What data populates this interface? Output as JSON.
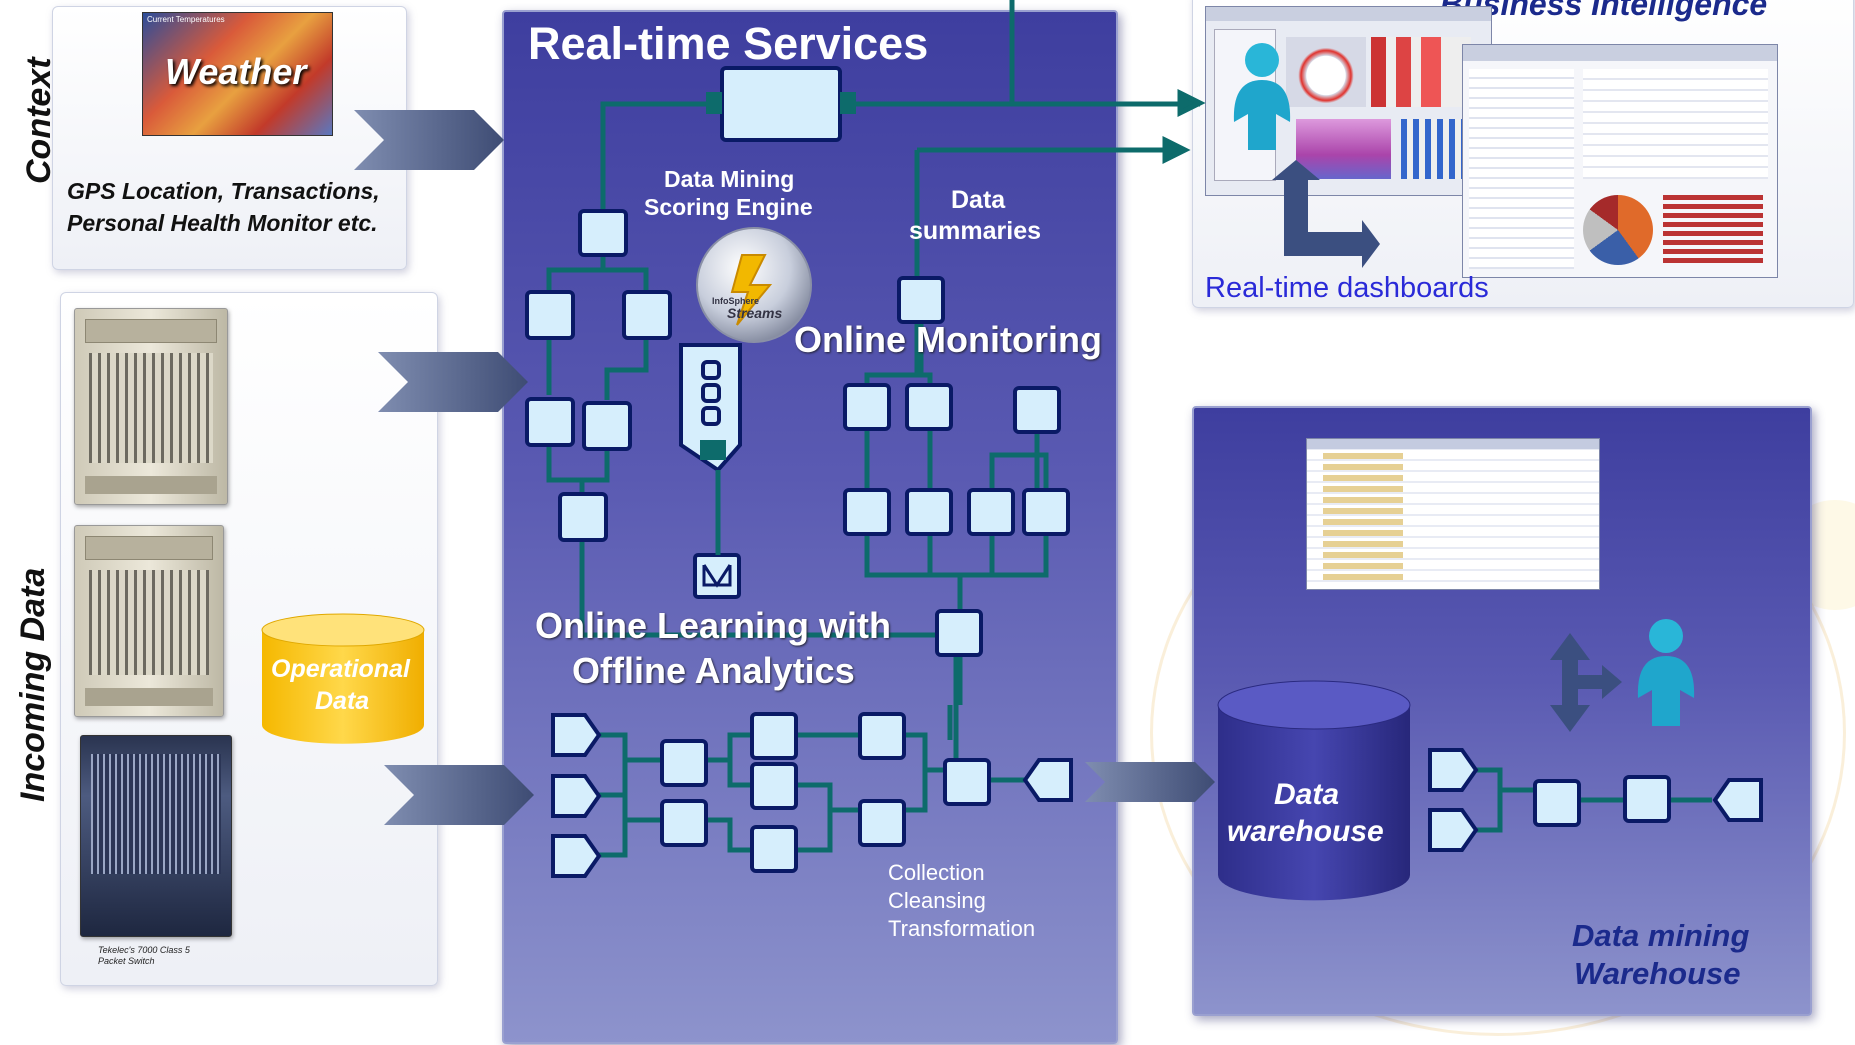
{
  "context": {
    "label": "Context",
    "weather_text": "Weather",
    "weather_caption": "Current Temperatures",
    "line1": "GPS Location, Transactions,",
    "line2": "Personal Health Monitor etc."
  },
  "incoming": {
    "label": "Incoming Data",
    "operational_line1": "Operational",
    "operational_line2": "Data",
    "hw_caption_line1": "Tekelec's 7000 Class 5",
    "hw_caption_line2": "Packet Switch"
  },
  "realtime": {
    "title": "Real-time Services",
    "data_mining_line1": "Data Mining",
    "data_mining_line2": "Scoring Engine",
    "streams_line1": "InfoSphere",
    "streams_line2": "Streams",
    "data_summaries_line1": "Data",
    "data_summaries_line2": "summaries",
    "online_monitoring": "Online Monitoring",
    "online_learning_line1": "Online Learning with",
    "online_learning_line2": "Offline Analytics",
    "collection": "Collection",
    "cleansing": "Cleansing",
    "transformation": "Transformation"
  },
  "bi": {
    "title": "Business Intelligence",
    "dashboards": "Real-time dashboards"
  },
  "warehouse": {
    "data_line1": "Data",
    "data_line2": "warehouse",
    "title_line1": "Data mining",
    "title_line2": "Warehouse"
  },
  "colors": {
    "node_fill": "#d6eefc",
    "node_stroke": "#0a1a66",
    "connector": "#0d6b6b",
    "panel_blue": "#4b4ba8",
    "operational_yellow": "#f7c400",
    "warehouse_cyl": "#3b3ba0",
    "arrow_gray": "#4a5a80",
    "link_blue": "#2a2ad8",
    "bi_title": "#1b2a8c"
  }
}
